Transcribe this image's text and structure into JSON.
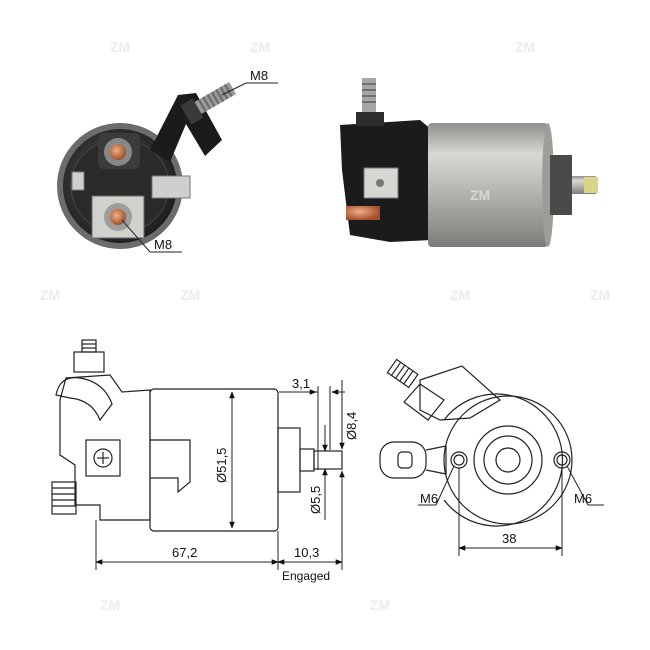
{
  "photo_labels": {
    "top_thread": "M8",
    "bottom_thread": "M8"
  },
  "dimensions": {
    "step": "3,1",
    "shaft_diameter": "Ø8,4",
    "body_diameter": "Ø51,5",
    "pin_diameter": "Ø5,5",
    "body_length": "67,2",
    "travel": "10,3",
    "travel_note": "Engaged",
    "mount_left": "M6",
    "mount_right": "M6",
    "hole_spacing": "38"
  },
  "watermark": {
    "logo_text": "ZM",
    "color": "#e8e8e8"
  },
  "colors": {
    "body_silver": "#b9b9b6",
    "terminal_black": "#1c1c1c",
    "copper": "#c46a3a",
    "plunger_yellow": "#d9d48a",
    "line": "#222222"
  }
}
